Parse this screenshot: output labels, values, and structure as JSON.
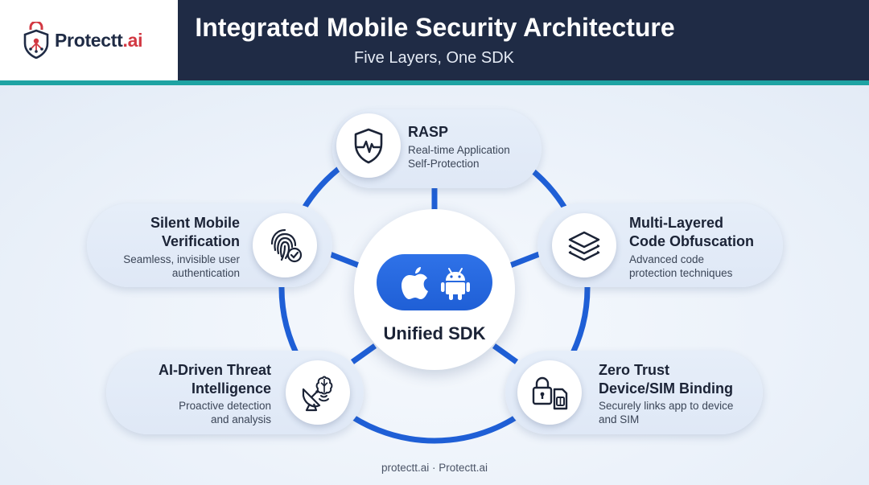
{
  "logo": {
    "name": "Protectt",
    "suffix": ".ai",
    "icon": "shield-lock-icon"
  },
  "header": {
    "title": "Integrated Mobile Security Architecture",
    "subtitle": "Five Layers, One SDK"
  },
  "center": {
    "label": "Unified SDK",
    "icons": [
      "apple-icon",
      "android-icon"
    ]
  },
  "layers": {
    "rasp": {
      "title": "RASP",
      "desc_line1": "Real-time Application",
      "desc_line2": "Self-Protection",
      "icon": "shield-heartbeat-icon"
    },
    "silent": {
      "title_line1": "Silent Mobile",
      "title_line2": "Verification",
      "desc_line1": "Seamless, invisible user",
      "desc_line2": "authentication",
      "icon": "fingerprint-check-icon"
    },
    "obfuscation": {
      "title_line1": "Multi-Layered",
      "title_line2": "Code Obfuscation",
      "desc_line1": "Advanced code",
      "desc_line2": "protection techniques",
      "icon": "layers-icon"
    },
    "ai": {
      "title_line1": "AI-Driven Threat",
      "title_line2": "Intelligence",
      "desc_line1": "Proactive detection",
      "desc_line2": "and analysis",
      "icon": "brain-satellite-icon"
    },
    "zerotrust": {
      "title_line1": "Zero Trust",
      "title_line2": "Device/SIM Binding",
      "desc_line1": "Securely links app to device",
      "desc_line2": "and SIM",
      "icon": "lock-sim-icon"
    }
  },
  "footer": {
    "text": "protectt.ai · Protectt.ai"
  },
  "colors": {
    "navy": "#1f2b45",
    "teal": "#1ea3a3",
    "blue": "#1f5fd6",
    "red": "#d23842"
  }
}
